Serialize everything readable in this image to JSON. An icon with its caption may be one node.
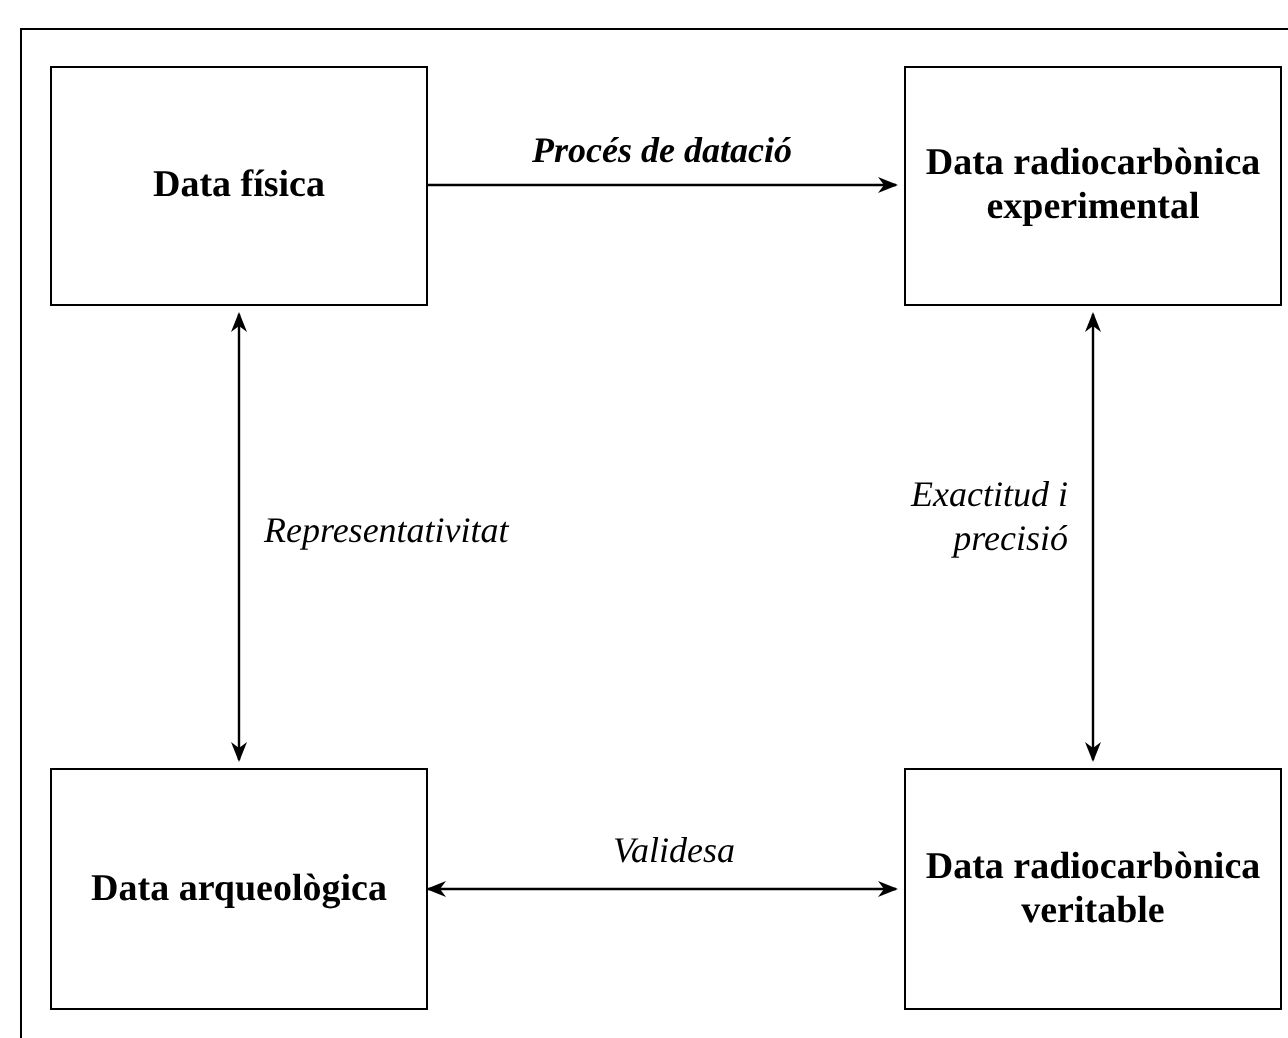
{
  "diagram": {
    "nodes": [
      {
        "text": [
          "Data física"
        ]
      },
      {
        "text": [
          "Data radiocarbònica experimental"
        ]
      },
      {
        "text": [
          "Data arqueològica"
        ]
      },
      {
        "text": [
          "Data radiocarbònica veritable"
        ]
      }
    ],
    "edges": [
      {
        "from": 0,
        "to": 1,
        "arrow": "to",
        "label": "**Procés de datació**"
      },
      {
        "from": 0,
        "to": 2,
        "arrow": "both",
        "label": "Representativitat"
      },
      {
        "from": 1,
        "to": 3,
        "arrow": "both",
        "label": "Exactitud i precisió"
      },
      {
        "from": 2,
        "to": 3,
        "arrow": "both",
        "label": "Validesa"
      }
    ]
  }
}
